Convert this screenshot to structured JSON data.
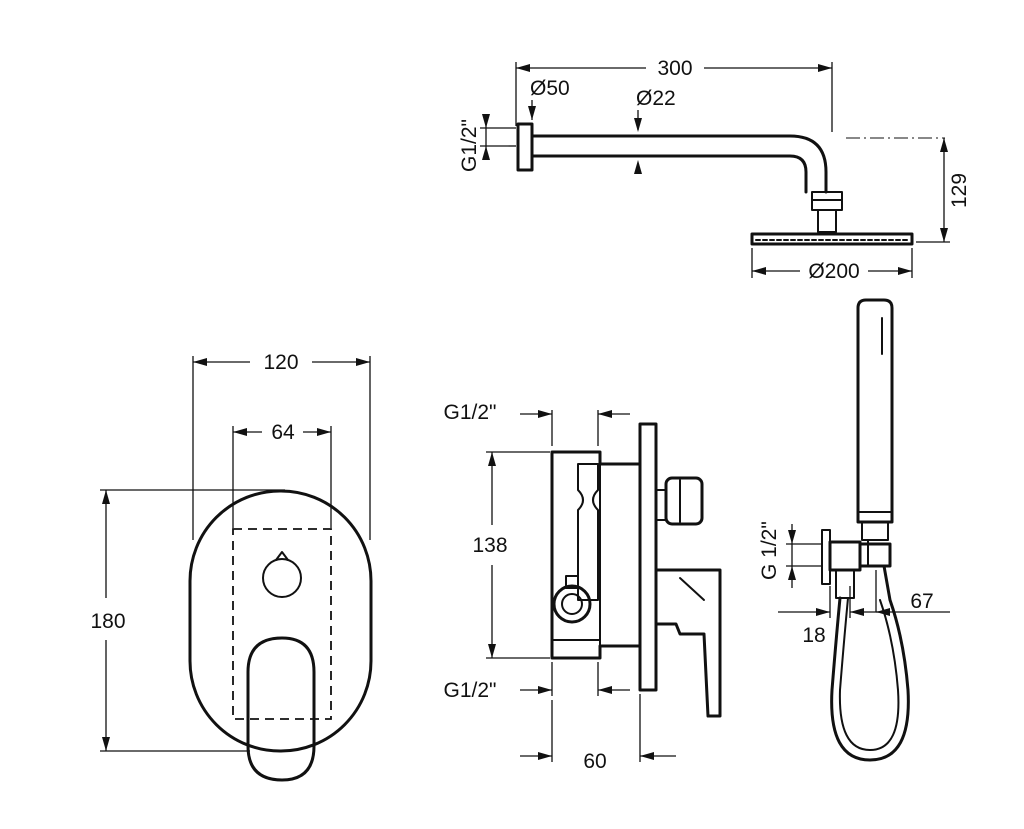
{
  "shower_arm": {
    "length_label": "300",
    "flange_diameter_label": "Ø50",
    "pipe_diameter_label": "Ø22",
    "thread_label": "G1/2\"",
    "height_label": "129",
    "head_diameter_label": "Ø200"
  },
  "front_view": {
    "width_label": "120",
    "inner_width_label": "64",
    "height_label": "180"
  },
  "side_view": {
    "top_thread_label": "G1/2\"",
    "body_height_label": "138",
    "bottom_thread_label": "G1/2\"",
    "depth_label": "60"
  },
  "hand_shower": {
    "thread_label": "G 1/2\"",
    "offset_label": "18",
    "length_label": "67"
  }
}
